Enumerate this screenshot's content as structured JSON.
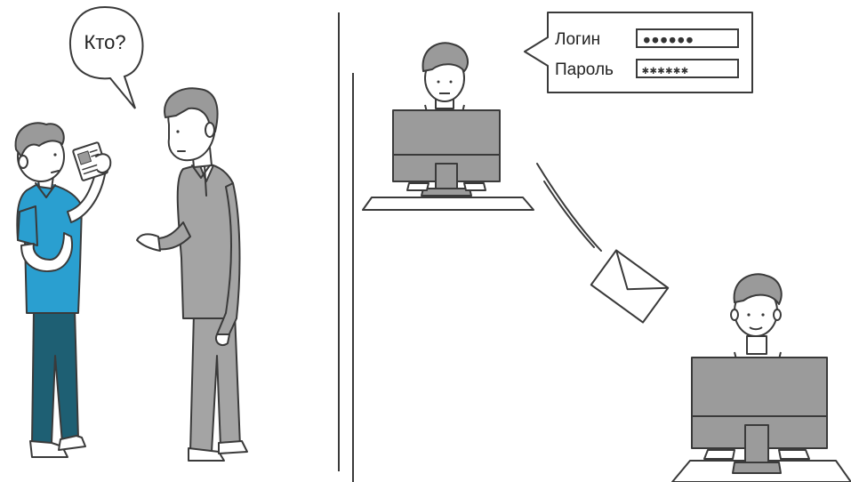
{
  "speech_bubble": {
    "text": "Кто?"
  },
  "login_form": {
    "login_label": "Логин",
    "login_value": "●●●●●●",
    "password_label": "Пароль",
    "password_value": "✱✱✱✱✱✱"
  },
  "colors": {
    "shirt": "#2a9fd0",
    "pants": "#1e5f73",
    "suit": "#a4a4a4",
    "monitor": "#9b9b9b",
    "line": "#3a3a3a",
    "skin": "#ffffff"
  }
}
